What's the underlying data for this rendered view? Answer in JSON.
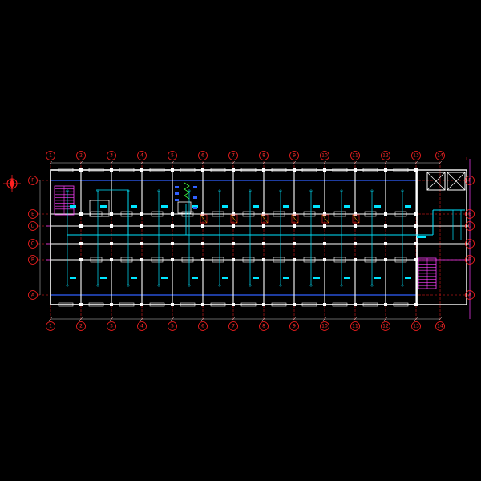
{
  "drawing": {
    "background": "#000000",
    "colors": {
      "wall": "#ffffff",
      "axis_red": "#ff2020",
      "grid_magenta": "#ff40ff",
      "pipe_cyan": "#00e5ff",
      "fixture_blue": "#3060ff",
      "stair_magenta": "#ff40ff",
      "equipment_green": "#40ff40",
      "marker_yellow": "#ffe000"
    },
    "icons": {
      "north": "compass-icon"
    }
  },
  "axes": {
    "columns": [
      "1",
      "2",
      "3",
      "4",
      "5",
      "6",
      "7",
      "8",
      "9",
      "10",
      "11",
      "12",
      "13",
      "14"
    ],
    "rows": [
      "F",
      "E",
      "D",
      "C",
      "B",
      "A"
    ]
  }
}
